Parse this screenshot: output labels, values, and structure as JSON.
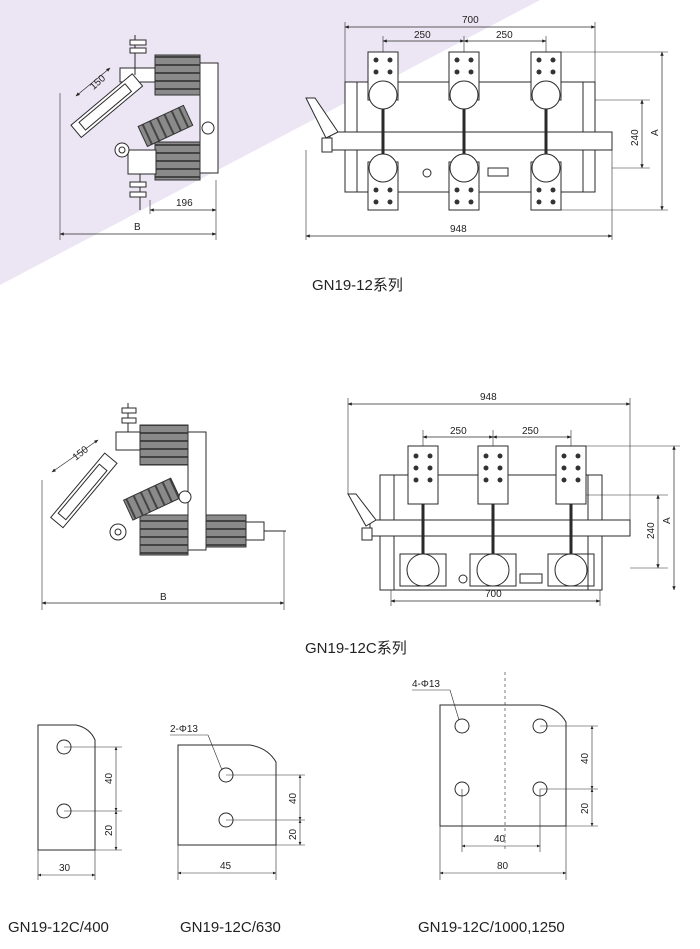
{
  "colors": {
    "band": "#ece6f4",
    "line": "#2a2a2a",
    "insulator": "#6f6f6f",
    "plate": "#ffffff"
  },
  "gn19_12": {
    "caption": "GN19-12系列",
    "side": {
      "dim_150": "150",
      "dim_196": "196",
      "dim_b": "B"
    },
    "front": {
      "dim_700": "700",
      "dim_250_left": "250",
      "dim_250_right": "250",
      "dim_240": "240",
      "dim_a": "A",
      "dim_948": "948"
    }
  },
  "gn19_12c": {
    "caption": "GN19-12C系列",
    "side": {
      "dim_150": "150",
      "dim_b": "B"
    },
    "front": {
      "dim_948": "948",
      "dim_250_left": "250",
      "dim_250_right": "250",
      "dim_240": "240",
      "dim_a": "A",
      "dim_700": "700"
    }
  },
  "terminals": [
    {
      "caption": "GN19-12C/400",
      "dim_40": "40",
      "dim_20": "20",
      "dim_width": "30",
      "holes_label": ""
    },
    {
      "caption": "GN19-12C/630",
      "dim_40": "40",
      "dim_20": "20",
      "dim_width": "45",
      "holes_label": "2-Φ13"
    },
    {
      "caption": "GN19-12C/1000,1250",
      "dim_40": "40",
      "dim_20": "20",
      "dim_width": "80",
      "dim_inner": "40",
      "holes_label": "4-Φ13"
    }
  ]
}
